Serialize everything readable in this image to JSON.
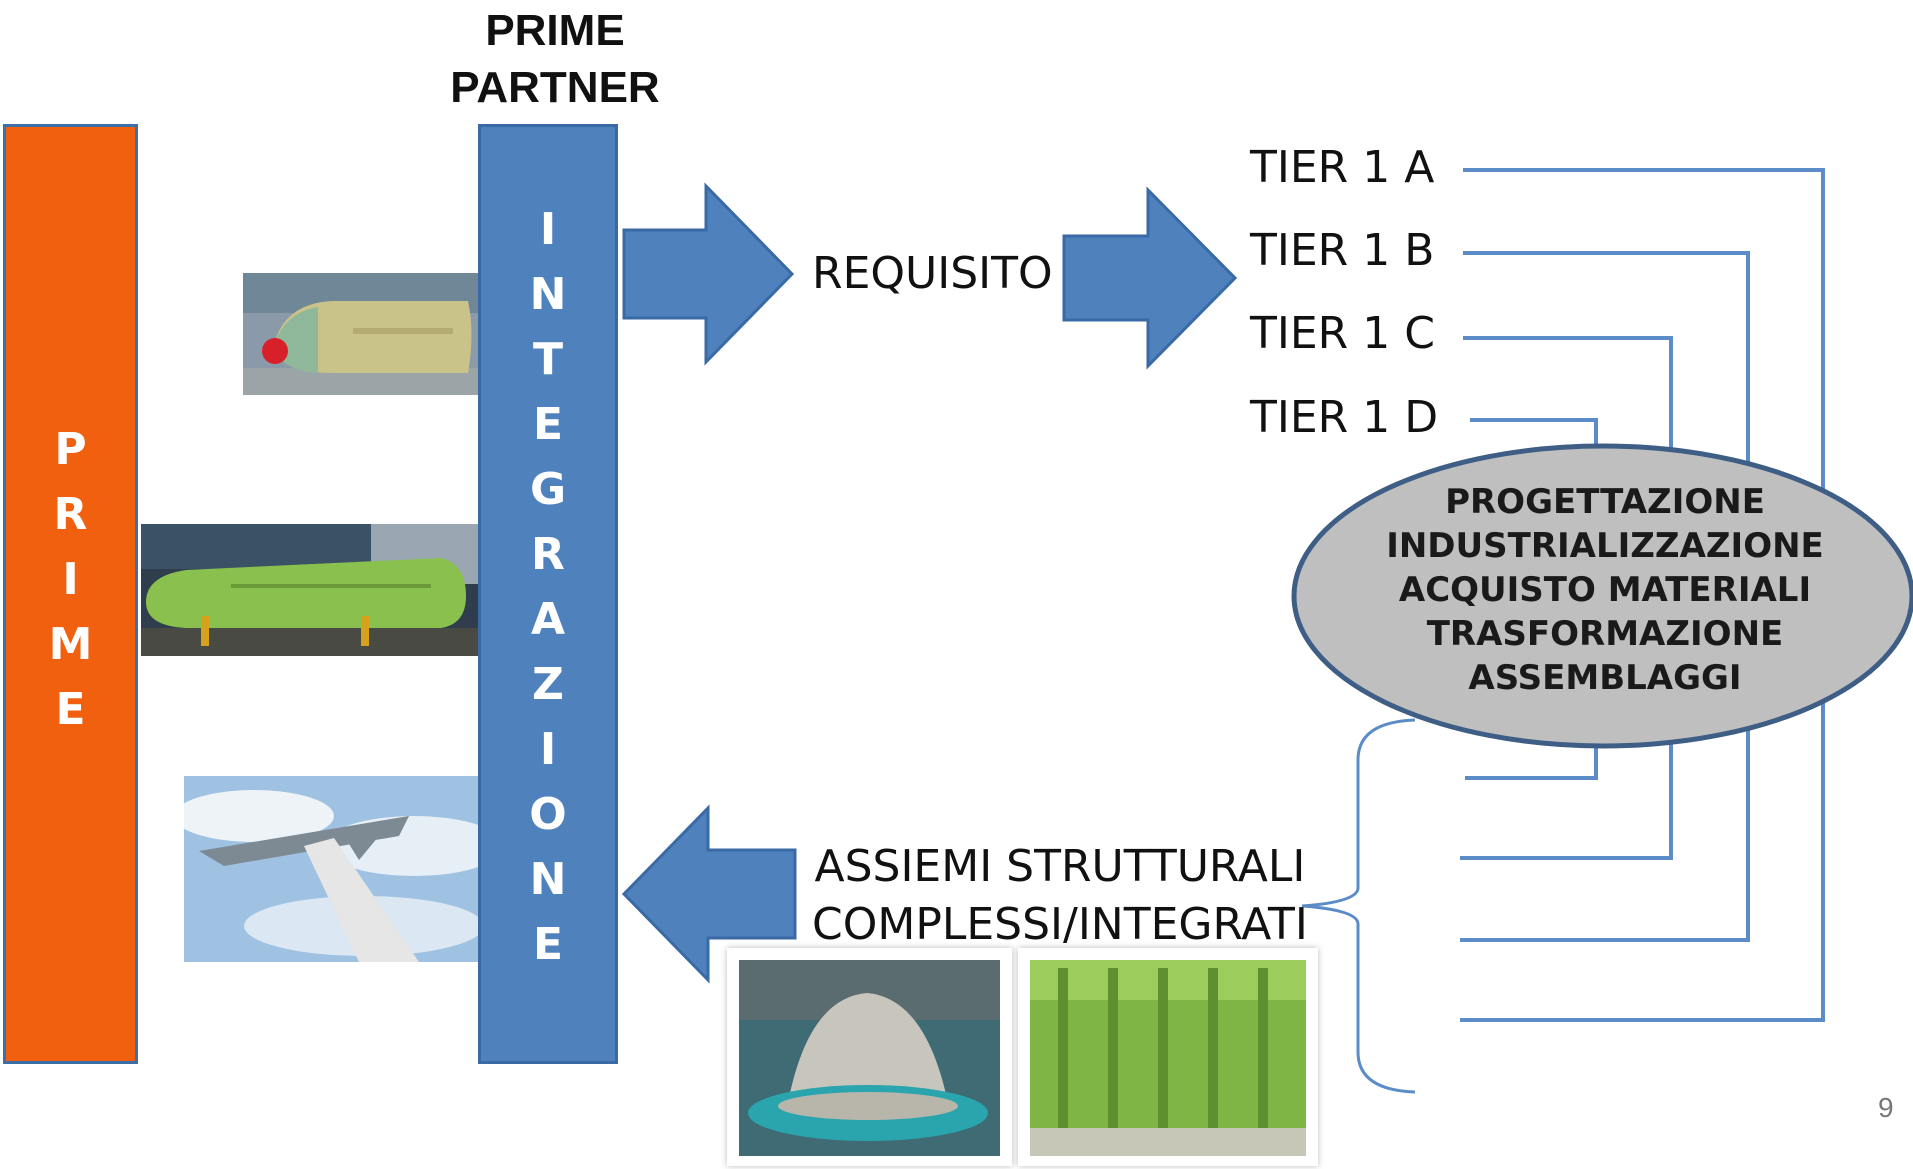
{
  "heading": {
    "line1": "PRIME",
    "line2": "PARTNER"
  },
  "prime_bar": {
    "letters": [
      "P",
      "R",
      "I",
      "M",
      "E"
    ],
    "color": "#f0600e"
  },
  "integration_bar": {
    "letters": [
      "I",
      "N",
      "T",
      "E",
      "G",
      "R",
      "A",
      "Z",
      "I",
      "O",
      "N",
      "E"
    ],
    "color": "#4f81bd"
  },
  "requisito": "REQUISITO",
  "tiers": [
    "TIER 1 A",
    "TIER 1 B",
    "TIER 1 C",
    "TIER 1 D"
  ],
  "oval": {
    "lines": [
      "PROGETTAZIONE",
      "INDUSTRIALIZZAZIONE",
      "ACQUISTO MATERIALI",
      "TRASFORMAZIONE",
      "ASSEMBLAGGI"
    ],
    "fill": "#bfbfbf"
  },
  "assiemi": {
    "line1": "ASSIEMI STRUTTURALI",
    "line2": "COMPLESSI/INTEGRATI"
  },
  "page_number": "9",
  "colors": {
    "arrow": "#4f81bd",
    "connector": "#5b8cc7"
  }
}
